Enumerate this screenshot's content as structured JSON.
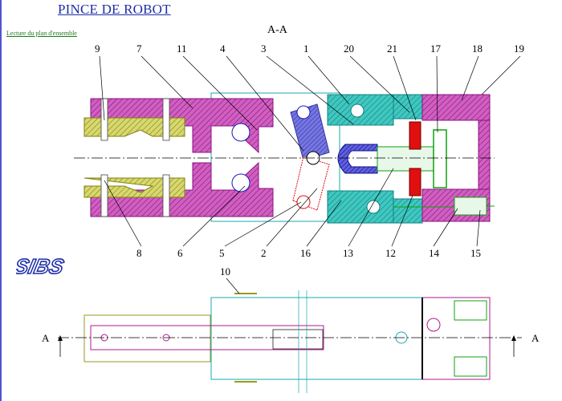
{
  "page": {
    "title": "PINCE DE ROBOT",
    "link_text": "Lecture du plan d'ensemble",
    "section_label": "A-A",
    "cut_left": "A",
    "cut_right": "A",
    "logo_text": "SIBS"
  },
  "markers_top": [
    "9",
    "7",
    "11",
    "4",
    "3",
    "1",
    "20",
    "21",
    "17",
    "18",
    "19"
  ],
  "markers_bottom": [
    "8",
    "6",
    "5",
    "2",
    "16",
    "13",
    "12",
    "14",
    "15"
  ],
  "marker_view2": [
    "10"
  ],
  "colors": {
    "title": "#1e2ea8",
    "link": "#1a7a1a",
    "magenta": "#b0188c",
    "olive": "#9a9a20",
    "teal": "#1aa8a8",
    "blue": "#1a1ac0",
    "red": "#e01010",
    "green": "#10a010",
    "cyan": "#18b8c8"
  }
}
